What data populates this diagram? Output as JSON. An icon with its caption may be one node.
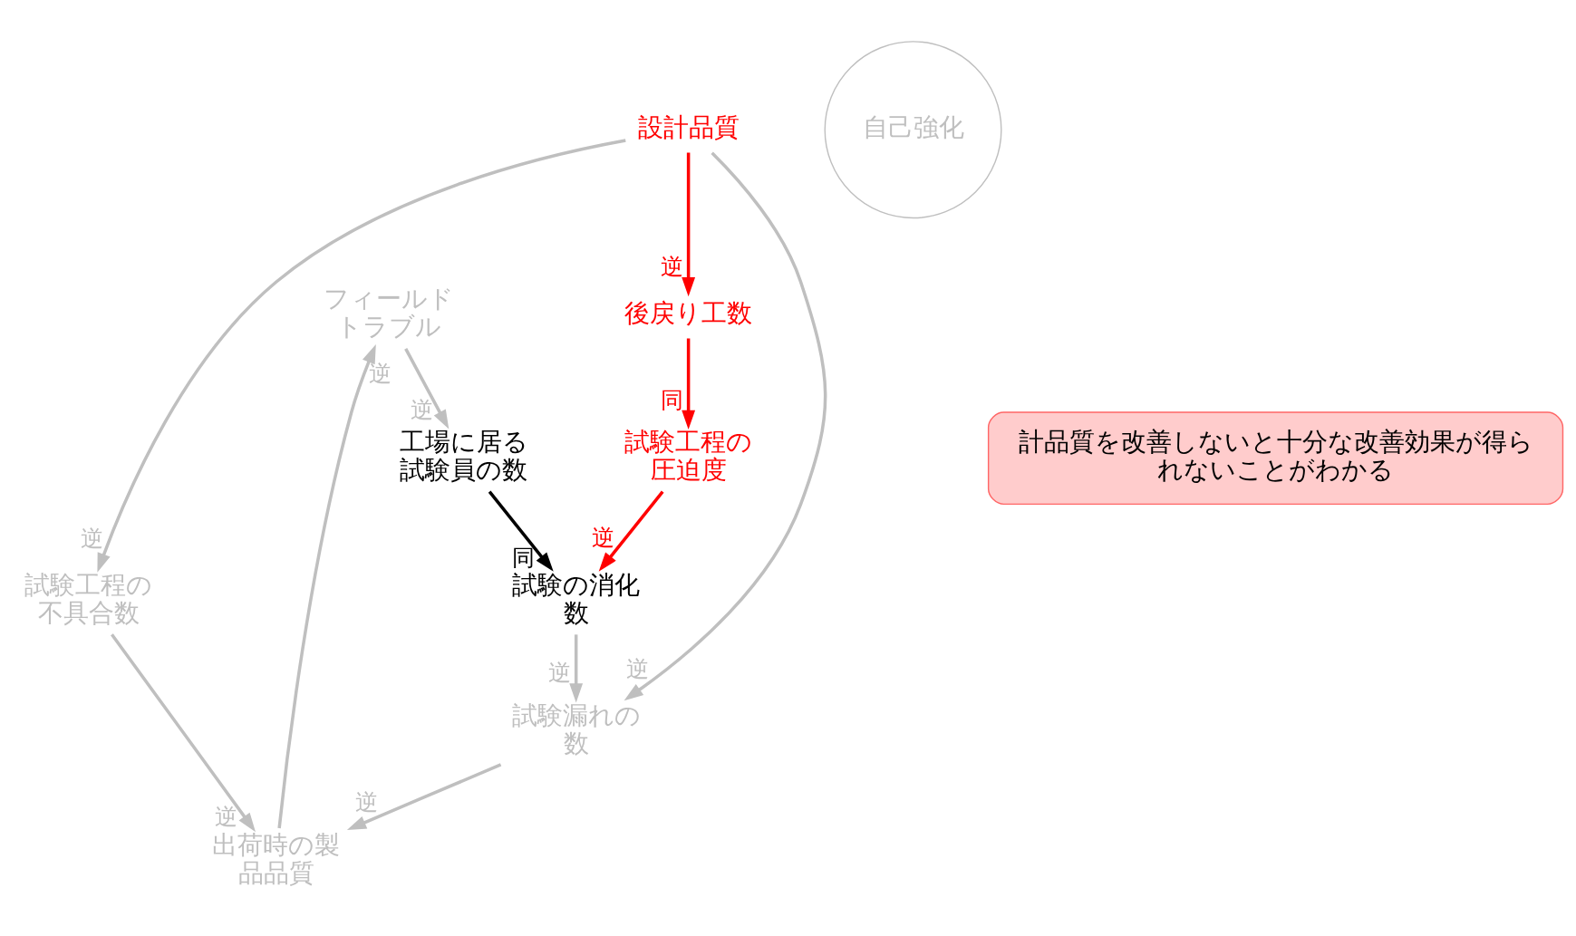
{
  "diagram": {
    "nodes": [
      {
        "text": [
          "フィールドトラブル"
        ]
      },
      {
        "text": [
          "工場に居る試験員の数"
        ]
      },
      {
        "text": [
          "試験の消化数"
        ]
      },
      {
        "text": [
          "出荷時の製品品質"
        ]
      },
      {
        "text": [
          "自己強化"
        ]
      },
      {
        "text": [
          "試験漏れの数"
        ]
      },
      {
        "text": [
          "試験工程の圧迫度"
        ]
      },
      {
        "text": [
          "試験工程の不具合数"
        ]
      },
      {
        "text": [
          "後戻り工数"
        ]
      },
      {
        "text": [
          "設計品質"
        ]
      },
      {
        "text": [
          "計品質を改善しないと十分な改善効果が得られないことがわかる"
        ]
      }
    ],
    "edges": [
      {
        "from": 0,
        "to": 1,
        "arrow": "to",
        "label": "逆"
      },
      {
        "from": 1,
        "to": 2,
        "arrow": "to",
        "label": "同",
        "color": "#000000"
      },
      {
        "from": 2,
        "to": 5,
        "arrow": "to",
        "label": "逆"
      },
      {
        "from": 3,
        "to": 0,
        "arrow": "to",
        "label": "逆"
      },
      {
        "from": 5,
        "to": 3,
        "arrow": "to",
        "label": "逆"
      },
      {
        "from": 6,
        "to": 2,
        "arrow": "to",
        "label": "逆",
        "color": "#ff0000"
      },
      {
        "from": 7,
        "to": 3,
        "arrow": "to",
        "label": "逆"
      },
      {
        "from": 8,
        "to": 6,
        "arrow": "to",
        "label": "同",
        "color": "#ff0000"
      },
      {
        "from": 9,
        "to": 5,
        "arrow": "to",
        "label": "逆"
      },
      {
        "from": 9,
        "to": 7,
        "arrow": "to",
        "label": "逆"
      },
      {
        "from": 9,
        "to": 8,
        "arrow": "to",
        "label": "逆",
        "color": "#ff0000"
      }
    ]
  }
}
